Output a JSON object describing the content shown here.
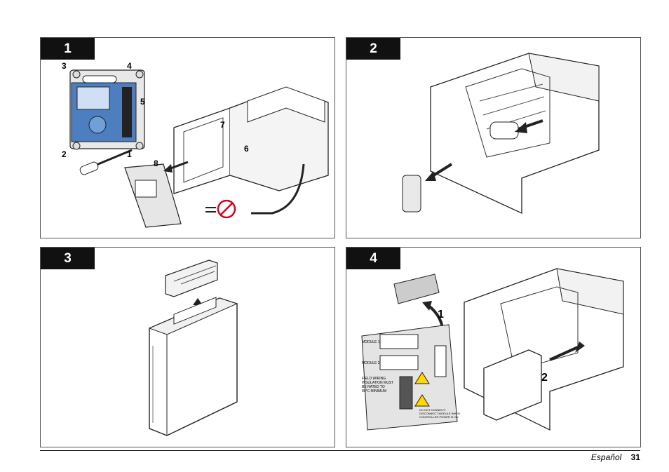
{
  "panels": [
    {
      "step": "1",
      "callouts": [
        "3",
        "4",
        "5",
        "2",
        "1",
        "8",
        "7",
        "6"
      ]
    },
    {
      "step": "2"
    },
    {
      "step": "3"
    },
    {
      "step": "4",
      "callouts": [
        "1",
        "2"
      ],
      "labels": {
        "module1": "MODULE 1",
        "module2": "MODULE 2",
        "field_wiring": [
          "FIELD WIRING",
          "INSULATION MUST",
          "BE RATED TO",
          "80°C MINIMUM"
        ],
        "warning": [
          "DO NOT CONNECT/",
          "DISCONNECT MODULE WHEN",
          "CONTROLLER POWER IS ON"
        ]
      }
    }
  ],
  "footer": {
    "language": "Español",
    "page_number": "31"
  }
}
